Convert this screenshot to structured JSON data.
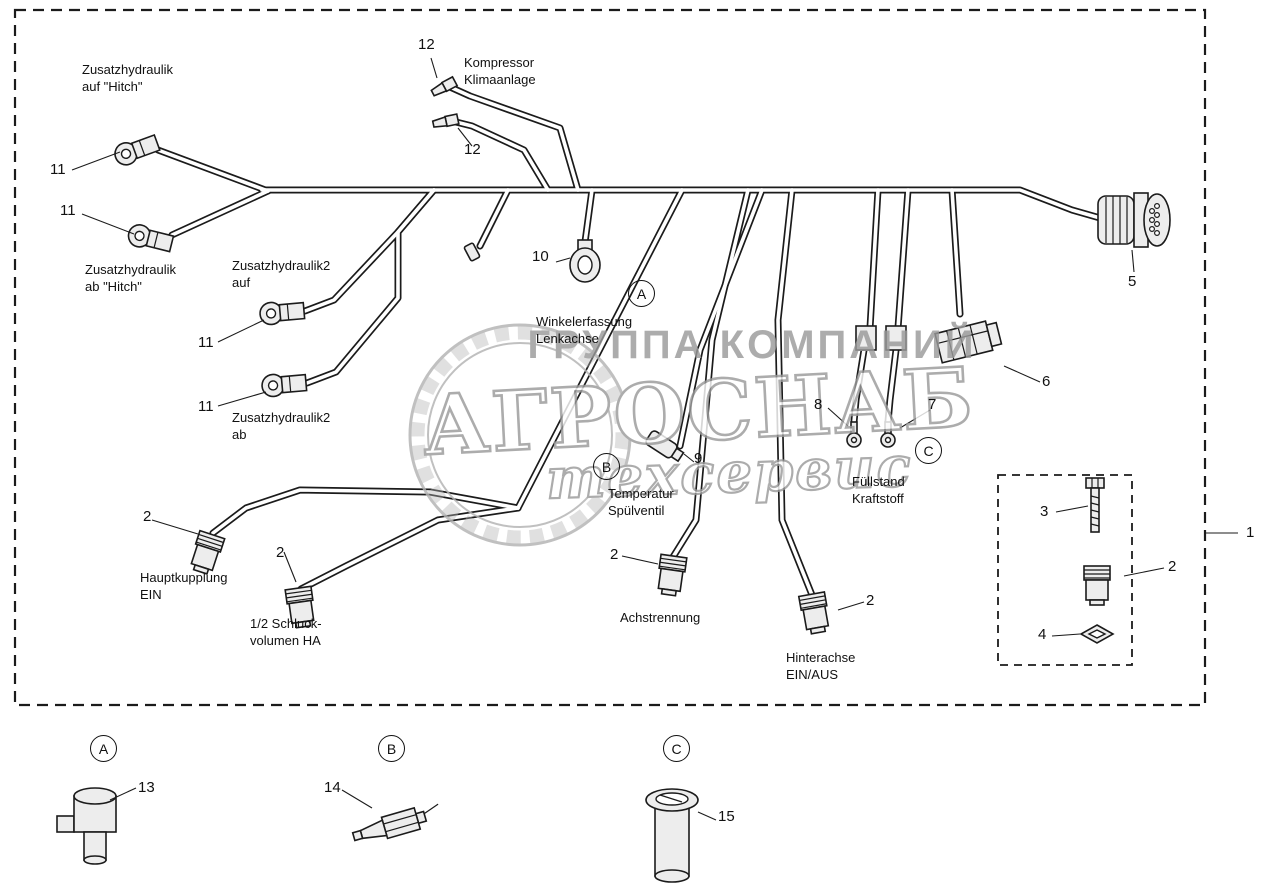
{
  "labels": {
    "zusatz_auf_hitch": "Zusatzhydraulik\nauf \"Hitch\"",
    "zusatz_ab_hitch": "Zusatzhydraulik\nab \"Hitch\"",
    "zusatz2_auf": "Zusatzhydraulik2\nauf",
    "zusatz2_ab": "Zusatzhydraulik2\nab",
    "kompressor": "Kompressor\nKlimaanlage",
    "winkelerfassung": "Winkelerfassung\nLenkachse",
    "temperatur": "Temperatur\nSpülventil",
    "fuellstand": "Füllstand\nKraftstoff",
    "hauptkupplung": "Hauptkupplung\nEIN",
    "schluckvolumen": "1/2 Schluck-\nvolumen HA",
    "achstrennung": "Achstrennung",
    "hinterachse": "Hinterachse\nEIN/AUS"
  },
  "callouts": {
    "c1": "1",
    "c2": "2",
    "c3": "3",
    "c4": "4",
    "c5": "5",
    "c6": "6",
    "c7": "7",
    "c8": "8",
    "c9": "9",
    "c10": "10",
    "c11": "11",
    "c12": "12",
    "c13": "13",
    "c14": "14",
    "c15": "15"
  },
  "sections": {
    "a": "A",
    "b": "B",
    "c": "C"
  },
  "watermark": {
    "line1": "ГРУППА КОМПАНИЙ",
    "line2": "АГРОСНАБ",
    "line3": "техсервис"
  },
  "colors": {
    "line": "#1b1b1b",
    "watermark_gray": "#9a9a9a",
    "background": "#ffffff"
  }
}
